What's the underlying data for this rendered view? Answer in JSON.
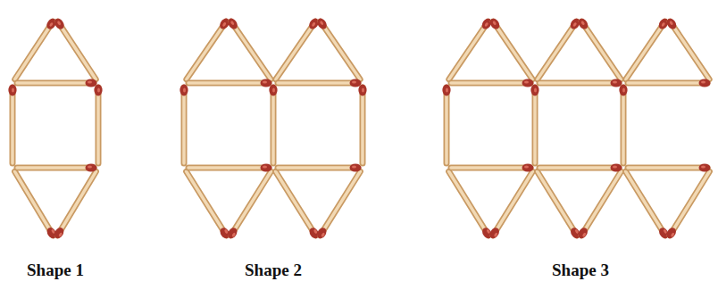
{
  "diagram": {
    "labels": [
      "Shape 1",
      "Shape 2",
      "Shape 3"
    ]
  }
}
